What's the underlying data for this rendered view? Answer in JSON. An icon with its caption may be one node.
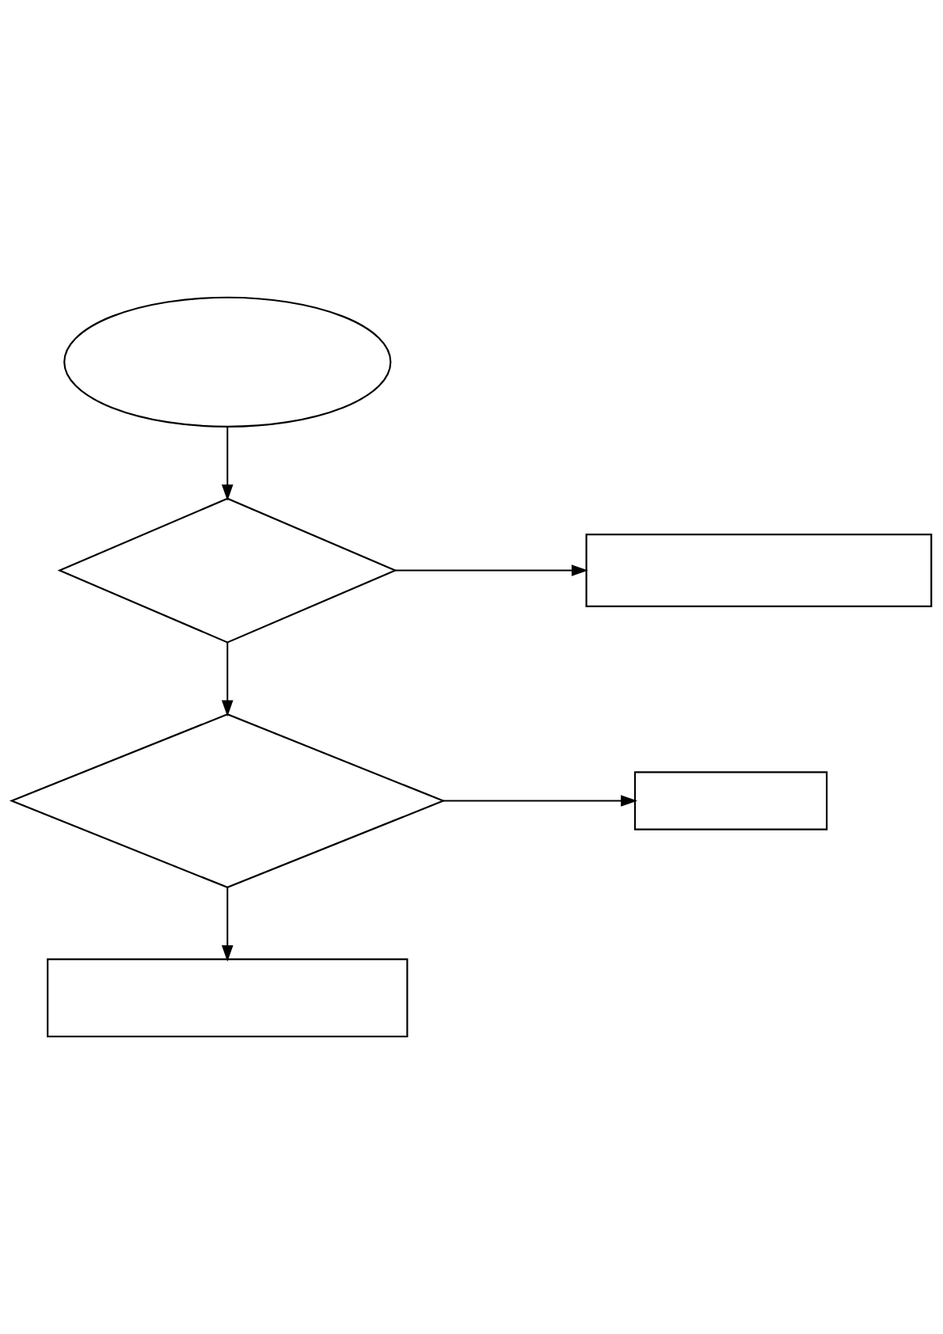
{
  "diagram": {
    "nodes": [
      {
        "text": [],
        "shape": "ellipse"
      },
      {
        "text": [],
        "shape": "diamond"
      },
      {
        "text": [],
        "shape": "box"
      },
      {
        "text": [],
        "shape": "diamond"
      },
      {
        "text": [],
        "shape": "box"
      },
      {
        "text": [],
        "shape": "box"
      }
    ],
    "edges": [
      {
        "from": 0,
        "to": 1,
        "arrow": "to"
      },
      {
        "from": 1,
        "to": 2,
        "arrow": "to"
      },
      {
        "from": 1,
        "to": 3,
        "arrow": "to"
      },
      {
        "from": 3,
        "to": 4,
        "arrow": "to"
      },
      {
        "from": 3,
        "to": 5,
        "arrow": "to"
      }
    ]
  }
}
